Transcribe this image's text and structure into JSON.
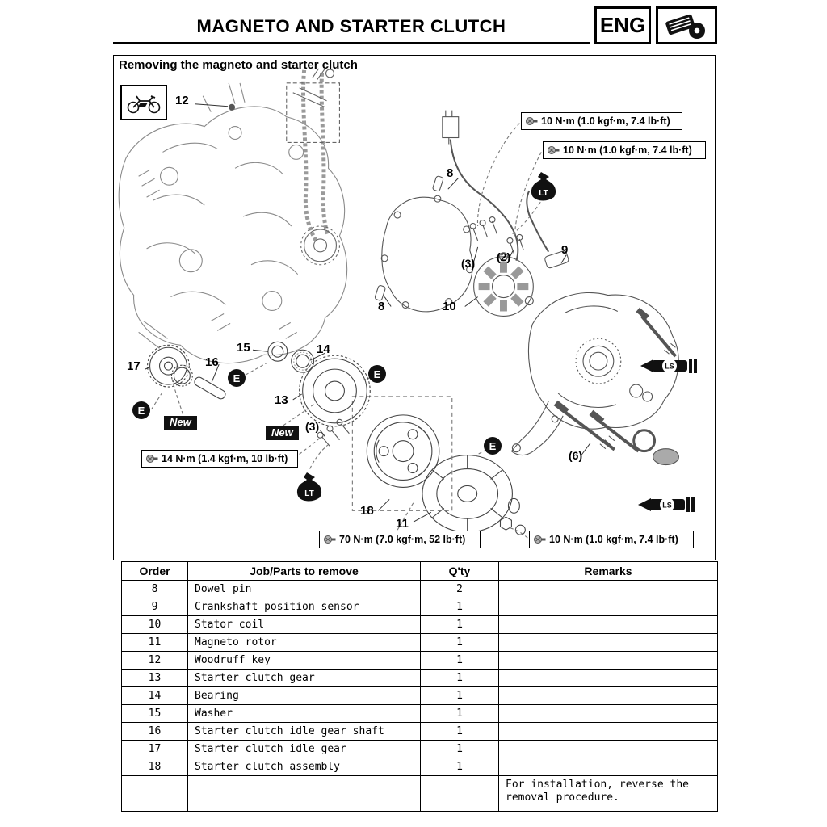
{
  "page": {
    "title": "MAGNETO AND STARTER CLUTCH",
    "lang": "ENG"
  },
  "diagram": {
    "caption": "Removing the magneto and starter clutch",
    "torque": {
      "top1": "10 N·m (1.0 kgf·m, 7.4 lb·ft)",
      "top2": "10 N·m (1.0 kgf·m, 7.4 lb·ft)",
      "mid": "14 N·m (1.4 kgf·m, 10 lb·ft)",
      "bottom_center": "70 N·m (7.0 kgf·m, 52 lb·ft)",
      "bottom_right": "10 N·m (1.0 kgf·m, 7.4 lb·ft)"
    },
    "labels": {
      "p8a": "8",
      "p8b": "8",
      "p9": "9",
      "p10": "10",
      "p11": "11",
      "p12": "12",
      "p13": "13",
      "p14": "14",
      "p15": "15",
      "p16": "16",
      "p17": "17",
      "p18": "18"
    },
    "qty": {
      "q3a": "(3)",
      "q2": "(2)",
      "q3b": "(3)",
      "q6": "(6)"
    },
    "markers": {
      "new": "New",
      "lt": "LT",
      "ls": "LS",
      "e": "E"
    }
  },
  "table": {
    "headers": [
      "Order",
      "Job/Parts to remove",
      "Q'ty",
      "Remarks"
    ],
    "rows": [
      {
        "order": "8",
        "job": "Dowel pin",
        "qty": "2",
        "remarks": ""
      },
      {
        "order": "9",
        "job": "Crankshaft position sensor",
        "qty": "1",
        "remarks": ""
      },
      {
        "order": "10",
        "job": "Stator coil",
        "qty": "1",
        "remarks": ""
      },
      {
        "order": "11",
        "job": "Magneto rotor",
        "qty": "1",
        "remarks": ""
      },
      {
        "order": "12",
        "job": "Woodruff key",
        "qty": "1",
        "remarks": ""
      },
      {
        "order": "13",
        "job": "Starter clutch gear",
        "qty": "1",
        "remarks": ""
      },
      {
        "order": "14",
        "job": "Bearing",
        "qty": "1",
        "remarks": ""
      },
      {
        "order": "15",
        "job": "Washer",
        "qty": "1",
        "remarks": ""
      },
      {
        "order": "16",
        "job": "Starter clutch idle gear shaft",
        "qty": "1",
        "remarks": ""
      },
      {
        "order": "17",
        "job": "Starter clutch idle gear",
        "qty": "1",
        "remarks": ""
      },
      {
        "order": "18",
        "job": "Starter clutch assembly",
        "qty": "1",
        "remarks": ""
      }
    ],
    "footer_remarks": "For installation, reverse the removal procedure."
  }
}
